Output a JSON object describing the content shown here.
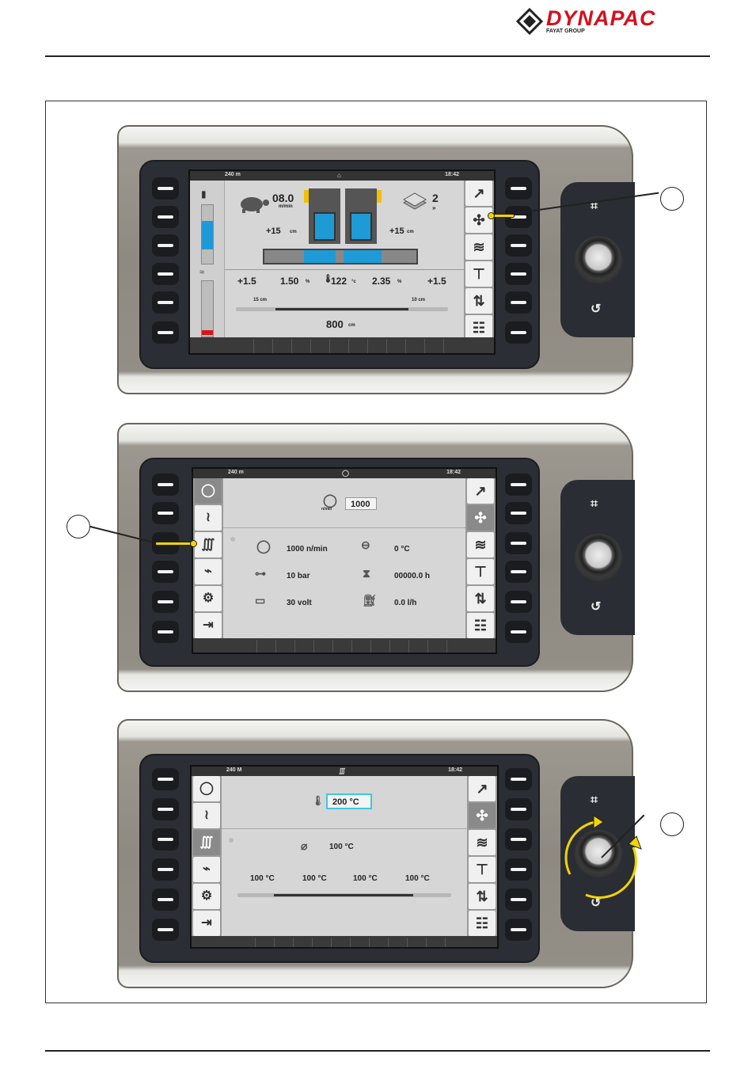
{
  "brand": {
    "name": "DYNAPAC",
    "group": "FAYAT GROUP",
    "color": "#d40f1e"
  },
  "screen1": {
    "topbar": {
      "left": "240 m",
      "right": "18:42",
      "center_icon": "home-icon"
    },
    "speed": {
      "value": "08.0",
      "unit": "m/min"
    },
    "layers": {
      "value": "2"
    },
    "left_height": {
      "value": "+15",
      "unit": "cm"
    },
    "right_height": {
      "value": "+15",
      "unit": "cm"
    },
    "left_slope": "+1.5",
    "slope_left": {
      "value": "1.50",
      "unit": "%"
    },
    "temperature": {
      "value": "122",
      "unit": "°c"
    },
    "slope_right": {
      "value": "2.35",
      "unit": "%"
    },
    "right_slope": "+1.5",
    "ext_left": "15 cm",
    "ext_right": "10 cm",
    "width": {
      "value": "800",
      "unit": "cm"
    }
  },
  "screen2": {
    "topbar": {
      "left": "240 m",
      "right": "18:42",
      "center_icon": "engine-icon"
    },
    "setpoint": {
      "value": "1000",
      "unit": "n/min"
    },
    "rows": [
      {
        "icon": "engine-icon",
        "value": "1000 n/min",
        "icon2": "coolant-temp-icon",
        "value2": "0 °C"
      },
      {
        "icon": "oil-pressure-icon",
        "value": "10 bar",
        "icon2": "hour-glass-icon",
        "value2": "00000.0 h"
      },
      {
        "icon": "battery-icon",
        "value": "30 volt",
        "icon2": "fuel-icon",
        "value2": "0.0 l/h"
      }
    ]
  },
  "screen3": {
    "topbar": {
      "left": "240 M",
      "right": "18:42",
      "center_icon": "heating-icon"
    },
    "setpoint": {
      "value": "200 °C"
    },
    "average": {
      "value": "100 °C"
    },
    "zones": [
      "100 °C",
      "100 °C",
      "100 °C",
      "100 °C"
    ],
    "highlight_color": "#3ec8e0"
  },
  "callout_color": "#f2d400"
}
